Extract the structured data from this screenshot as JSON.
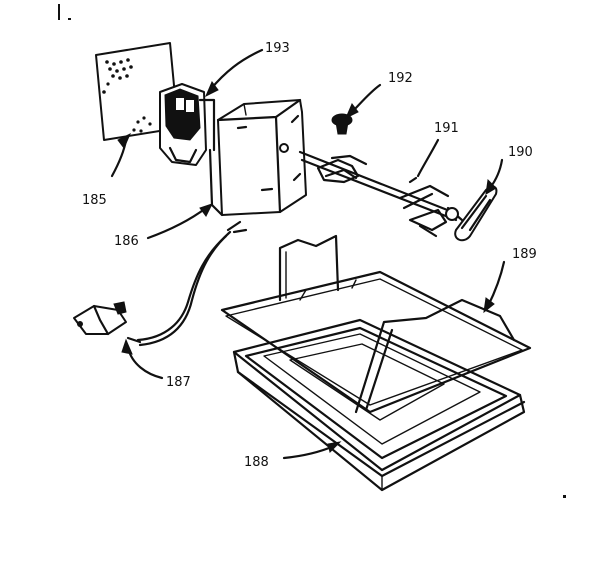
{
  "parts": [
    {
      "id": "part-185",
      "label": "185"
    },
    {
      "id": "part-186",
      "label": "186"
    },
    {
      "id": "part-187",
      "label": "187"
    },
    {
      "id": "part-188",
      "label": "188"
    },
    {
      "id": "part-189",
      "label": "189"
    },
    {
      "id": "part-190",
      "label": "190"
    },
    {
      "id": "part-191",
      "label": "191"
    },
    {
      "id": "part-192",
      "label": "192"
    },
    {
      "id": "part-193",
      "label": "193"
    }
  ]
}
